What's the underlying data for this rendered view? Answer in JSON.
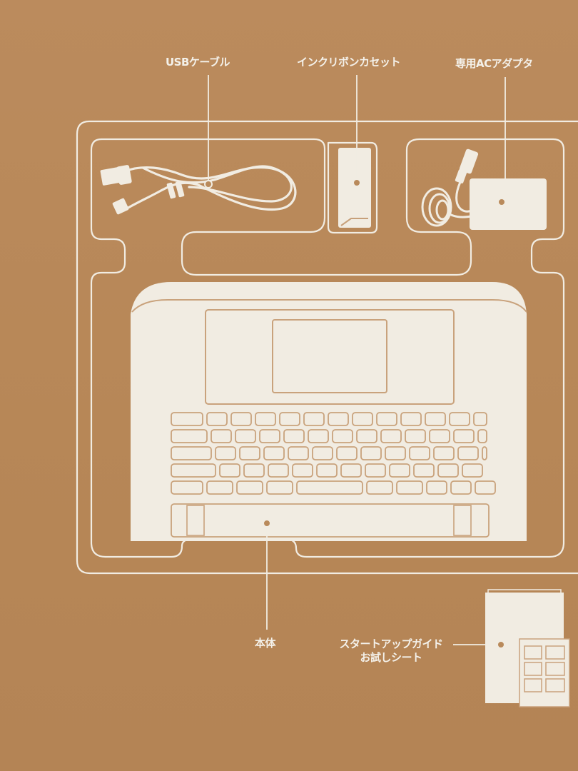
{
  "labels": {
    "usb_cable": "USBケーブル",
    "ink_ribbon": "インクリボンカセット",
    "ac_adapter": "専用ACアダプタ",
    "main_unit": "本体",
    "startup_guide_line1": "スタートアップガイド",
    "startup_guide_line2": "お試しシート"
  },
  "colors": {
    "cardboard": "#b9895a",
    "ink": "#f4f1ea"
  }
}
